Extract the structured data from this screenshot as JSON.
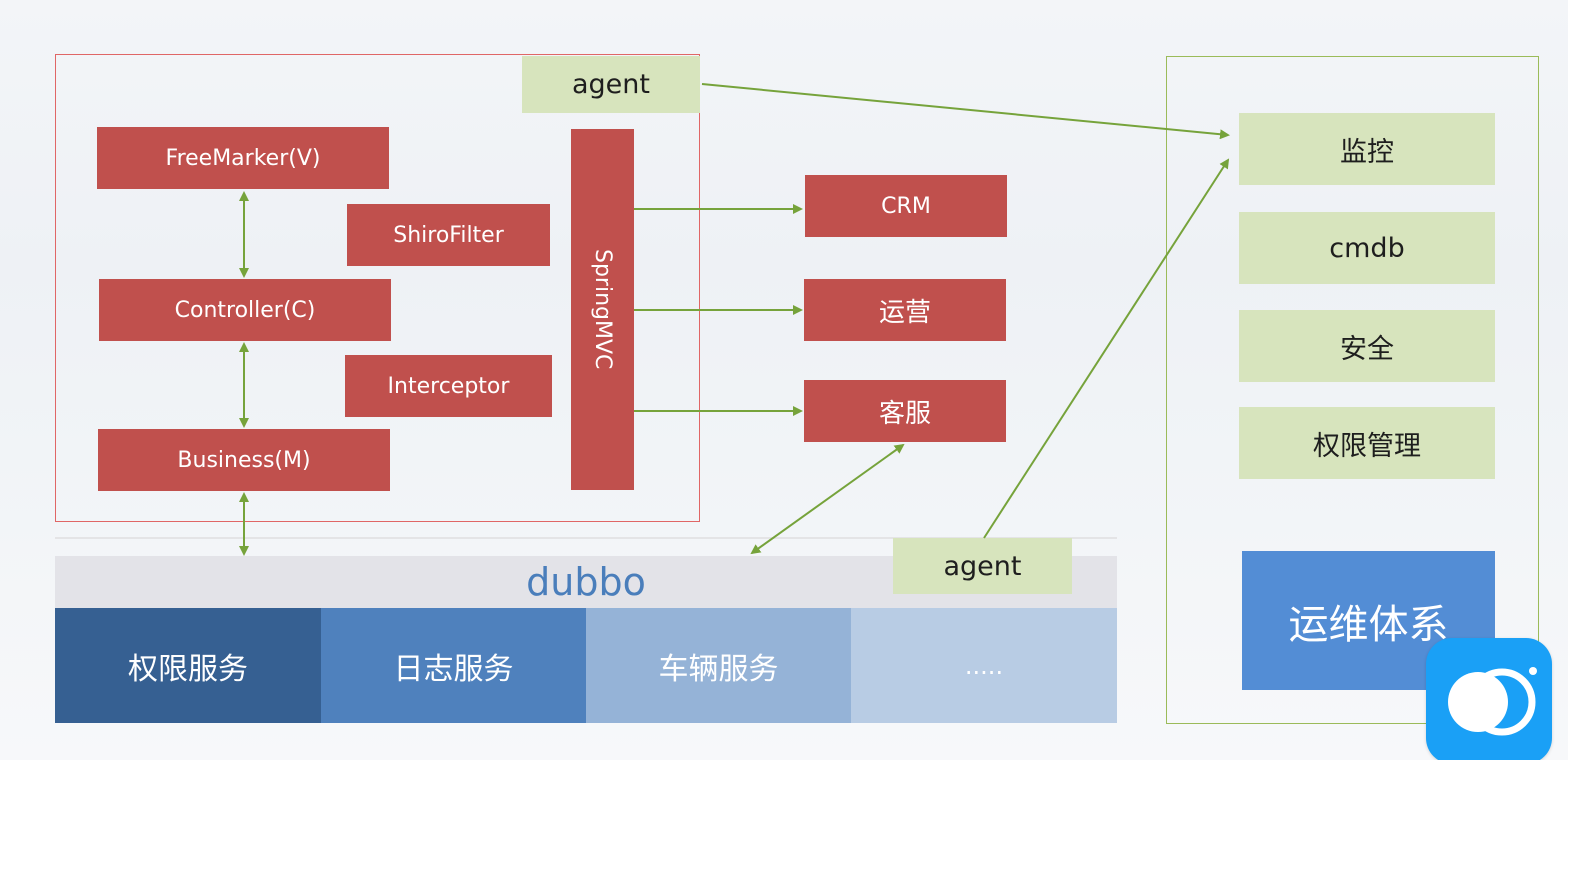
{
  "web_layer": {
    "agent_label": "agent",
    "freemarker": "FreeMarker(V)",
    "shirofilter": "ShiroFilter",
    "controller": "Controller(C)",
    "interceptor": "Interceptor",
    "business": "Business(M)",
    "springmvc": "SpringMVC"
  },
  "targets": {
    "crm": "CRM",
    "yunying": "运营",
    "kefu": "客服"
  },
  "bus": {
    "label": "dubbo",
    "agent_label": "agent"
  },
  "services": [
    {
      "label": "权限服务",
      "color": "#366092"
    },
    {
      "label": "日志服务",
      "color": "#4f81bd"
    },
    {
      "label": "车辆服务",
      "color": "#95b3d7"
    },
    {
      "label": ".....",
      "color": "#b8cce4"
    }
  ],
  "ops_panel": {
    "items": [
      "监控",
      "cmdb",
      "安全",
      "权限管理"
    ],
    "title": "运维体系"
  },
  "colors": {
    "box_red": "#c0504d",
    "box_green": "#d7e4bd",
    "arrow": "#76a33b",
    "frame_red": "#e06666",
    "frame_green": "#9bbb59",
    "ops_blue": "#538dd5"
  },
  "icons": {
    "app_icon": "app-logo-icon"
  }
}
